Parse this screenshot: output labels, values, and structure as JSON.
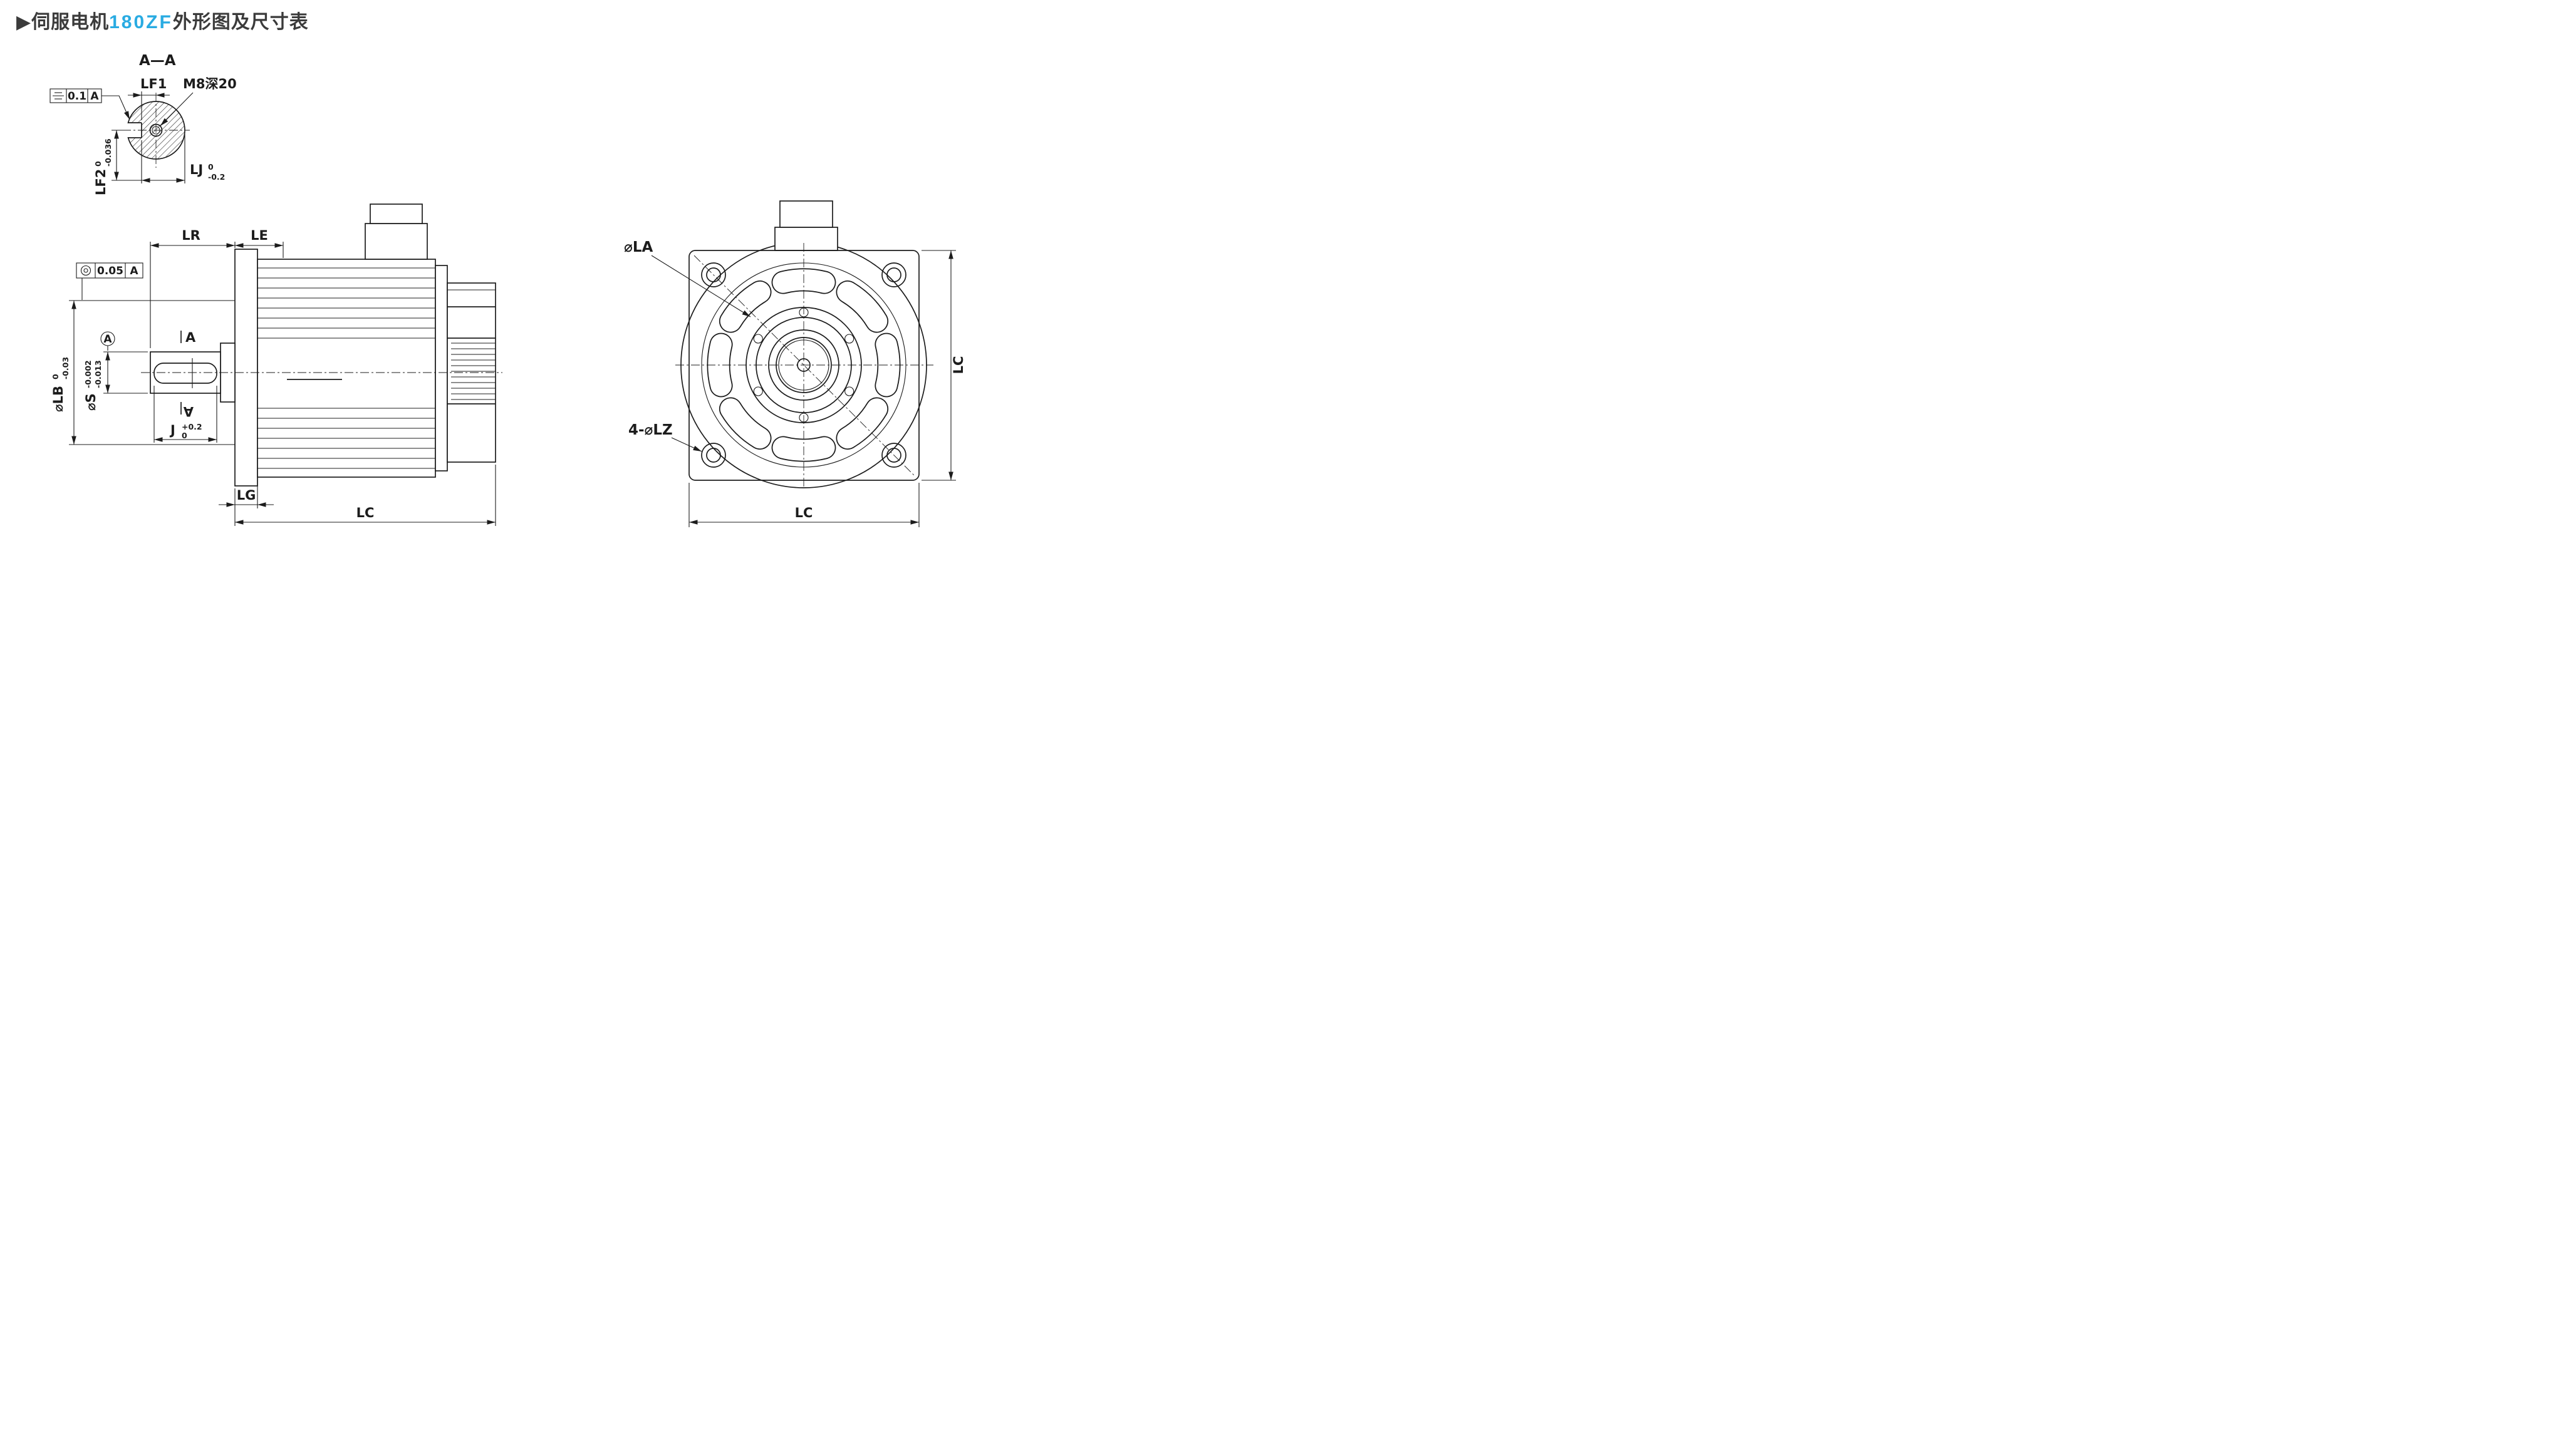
{
  "title": {
    "marker": "▶",
    "prefix": "伺服电机",
    "model": "180ZF",
    "suffix": "外形图及尺寸表"
  },
  "colors": {
    "model_highlight": "#29abe2",
    "ink": "#1c1c1c"
  },
  "section_view": {
    "label": "A—A",
    "lf1": "LF1",
    "m8": "M8深20",
    "sym_tol": {
      "symbol_name": "symmetry",
      "value": "0.1",
      "datum": "A"
    },
    "lf2": {
      "name": "LF2",
      "sup": "0",
      "sub": "-0.036"
    },
    "lj": {
      "name": "LJ",
      "sup": "0",
      "sub": "-0.2"
    }
  },
  "side_view": {
    "lr": "LR",
    "le": "LE",
    "conc_tol": {
      "symbol_name": "concentricity",
      "value": "0.05",
      "datum": "A"
    },
    "datum_a": "A",
    "section_a_top": "A",
    "section_a_bottom": "A",
    "lb": {
      "name": "⌀LB",
      "sup": "0",
      "sub": "-0.03"
    },
    "s": {
      "name": "⌀S",
      "sup": "-0.002",
      "sub": "-0.013"
    },
    "j": {
      "name": "J",
      "sup": "+0.2",
      "sub": "0"
    },
    "lg": "LG",
    "lc": "LC"
  },
  "front_view": {
    "la": "⌀LA",
    "lz": "4-⌀LZ",
    "lc_bottom": "LC",
    "lc_right": "LC"
  }
}
